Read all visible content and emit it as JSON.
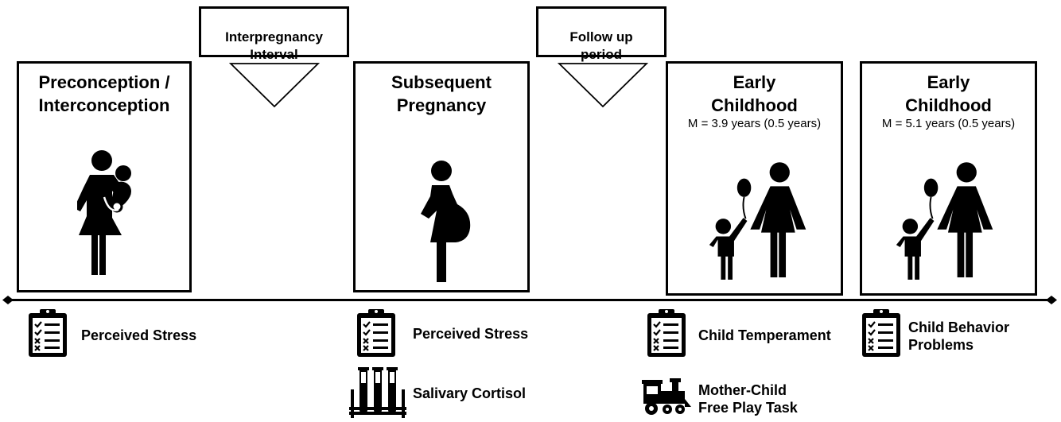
{
  "intervals": [
    {
      "label": "Interpregnancy\nInterval"
    },
    {
      "label": "Follow up\nperiod"
    }
  ],
  "stages": [
    {
      "title": "Preconception /\nInterconception",
      "subtitle": "",
      "icon": "mother-carrying-child-icon"
    },
    {
      "title": "Subsequent\nPregnancy",
      "subtitle": "",
      "icon": "pregnant-woman-icon"
    },
    {
      "title": "Early\nChildhood",
      "subtitle": "M = 3.9 years (0.5 years)",
      "icon": "mother-and-child-with-balloon-icon"
    },
    {
      "title": "Early\nChildhood",
      "subtitle": "M = 5.1 years (0.5 years)",
      "icon": "mother-and-child-with-balloon-icon"
    }
  ],
  "measures": {
    "preconception": [
      {
        "label": "Perceived Stress",
        "icon": "clipboard-checklist-icon"
      }
    ],
    "pregnancy": [
      {
        "label": "Perceived Stress",
        "icon": "clipboard-checklist-icon"
      },
      {
        "label": "Salivary Cortisol",
        "icon": "test-tubes-icon"
      }
    ],
    "childhood1": [
      {
        "label": "Child Temperament",
        "icon": "clipboard-checklist-icon"
      },
      {
        "label": "Mother-Child\nFree Play Task",
        "icon": "toy-train-icon"
      }
    ],
    "childhood2": [
      {
        "label": "Child Behavior\nProblems",
        "icon": "clipboard-checklist-icon"
      }
    ]
  },
  "colors": {
    "line": "#000000",
    "fill": "#000000",
    "background": "#ffffff"
  }
}
